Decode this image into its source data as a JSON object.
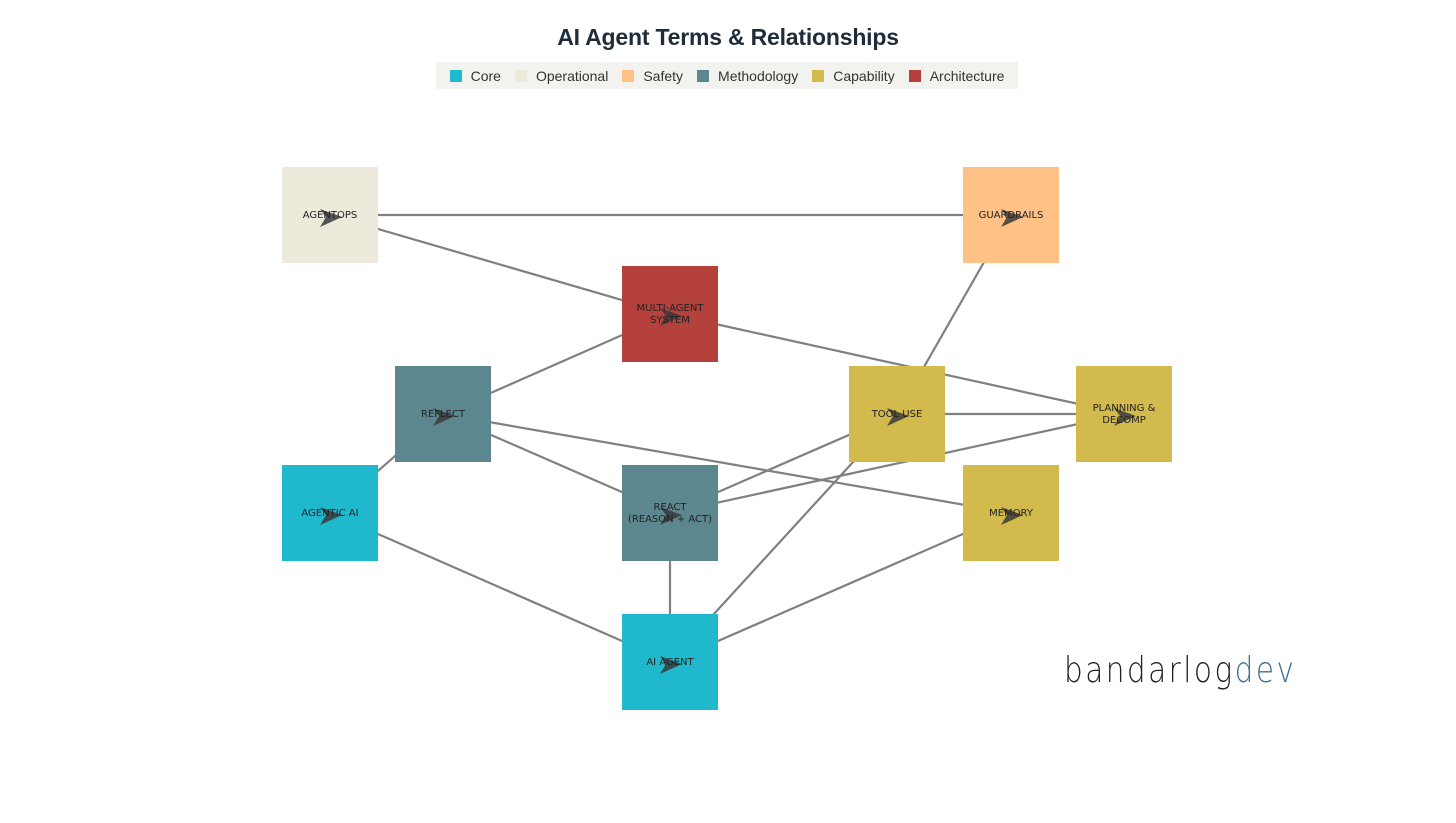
{
  "title": "AI Agent Terms & Relationships",
  "legend": [
    {
      "label": "Core",
      "color": "#1fb8cd"
    },
    {
      "label": "Operational",
      "color": "#eceadb"
    },
    {
      "label": "Safety",
      "color": "#ffc185"
    },
    {
      "label": "Methodology",
      "color": "#5d878f"
    },
    {
      "label": "Capability",
      "color": "#d2ba4c"
    },
    {
      "label": "Architecture",
      "color": "#b4413c"
    }
  ],
  "nodes": [
    {
      "id": "agentops",
      "lines": [
        "AGENTOPS"
      ],
      "category": "Operational"
    },
    {
      "id": "guardrails",
      "lines": [
        "GUARDRAILS"
      ],
      "category": "Safety"
    },
    {
      "id": "multi-agent",
      "lines": [
        "MULTI-AGENT",
        "SYSTEM"
      ],
      "category": "Architecture"
    },
    {
      "id": "reflect",
      "lines": [
        "REFLECT"
      ],
      "category": "Methodology"
    },
    {
      "id": "tool-use",
      "lines": [
        "TOOL USE"
      ],
      "category": "Capability"
    },
    {
      "id": "planning",
      "lines": [
        "PLANNING &",
        "DECOMP"
      ],
      "category": "Capability"
    },
    {
      "id": "agentic-ai",
      "lines": [
        "AGENTIC AI"
      ],
      "category": "Core"
    },
    {
      "id": "react",
      "lines": [
        "REACT",
        "(REASON + ACT)"
      ],
      "category": "Methodology"
    },
    {
      "id": "memory",
      "lines": [
        "MEMORY"
      ],
      "category": "Capability"
    },
    {
      "id": "ai-agent",
      "lines": [
        "AI AGENT"
      ],
      "category": "Core"
    }
  ],
  "edges": [
    [
      "agentops",
      "guardrails"
    ],
    [
      "agentops",
      "multi-agent"
    ],
    [
      "multi-agent",
      "planning"
    ],
    [
      "guardrails",
      "tool-use"
    ],
    [
      "reflect",
      "multi-agent"
    ],
    [
      "reflect",
      "memory"
    ],
    [
      "reflect",
      "react"
    ],
    [
      "agentic-ai",
      "reflect"
    ],
    [
      "agentic-ai",
      "ai-agent"
    ],
    [
      "tool-use",
      "planning"
    ],
    [
      "react",
      "tool-use"
    ],
    [
      "react",
      "planning"
    ],
    [
      "react",
      "ai-agent"
    ],
    [
      "ai-agent",
      "tool-use"
    ],
    [
      "ai-agent",
      "memory"
    ]
  ],
  "logo": {
    "main": "bandarlog",
    "suffix": "dev"
  }
}
